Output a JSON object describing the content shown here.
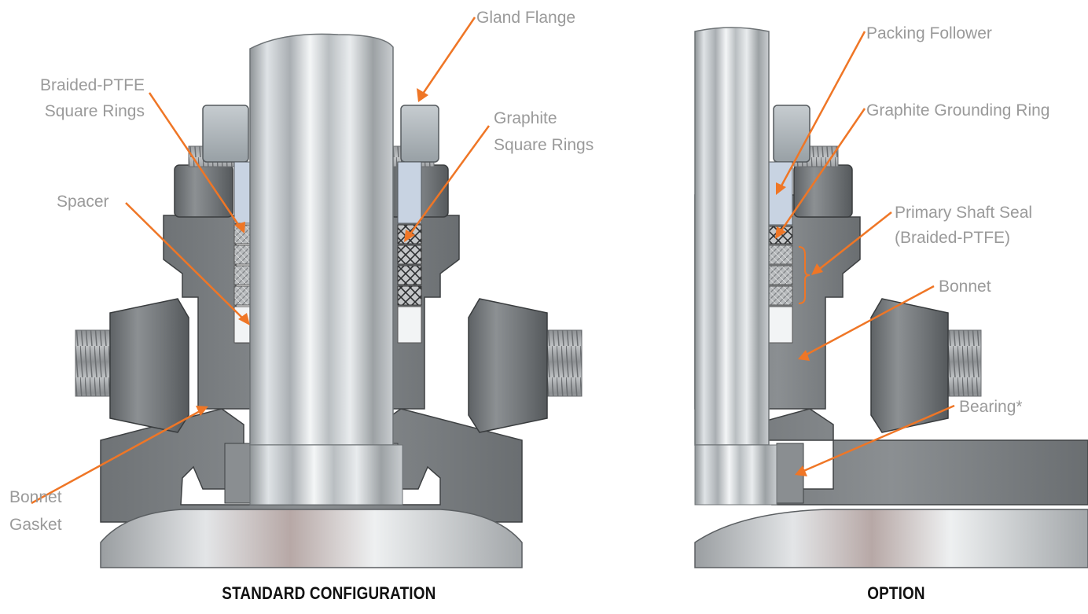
{
  "colors": {
    "leader": "#ef7626",
    "label": "#9a9a9a",
    "caption": "#111111"
  },
  "standard": {
    "caption": "STANDARD CONFIGURATION",
    "labels": {
      "gland_flange": "Gland Flange",
      "braided_ptfe_1": "Braided-PTFE",
      "braided_ptfe_2": "Square Rings",
      "graphite_1": "Graphite",
      "graphite_2": "Square Rings",
      "spacer": "Spacer",
      "bonnet_gasket_1": "Bonnet",
      "bonnet_gasket_2": "Gasket"
    }
  },
  "option": {
    "caption": "OPTION",
    "labels": {
      "packing_follower": "Packing Follower",
      "graphite_grounding_ring": "Graphite Grounding Ring",
      "primary_shaft_seal_1": "Primary Shaft Seal",
      "primary_shaft_seal_2": "(Braided-PTFE)",
      "bonnet": "Bonnet",
      "bearing": "Bearing*"
    }
  }
}
